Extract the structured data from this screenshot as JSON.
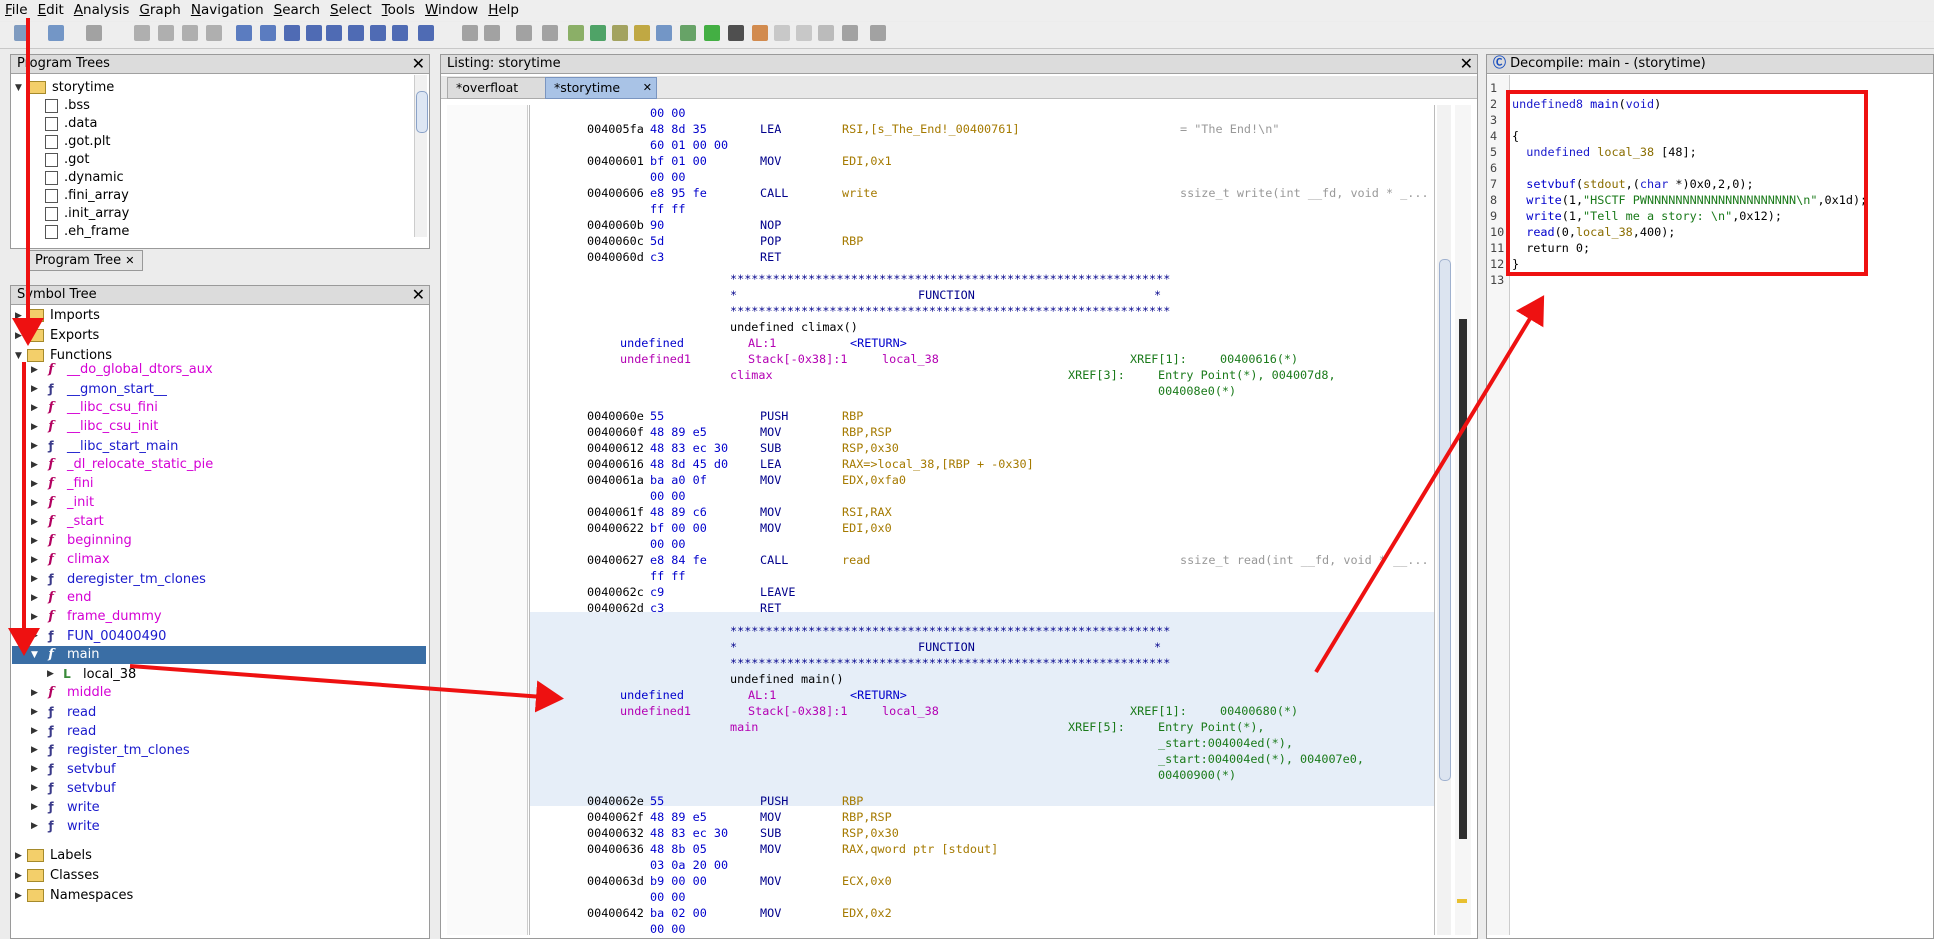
{
  "menu": [
    "File",
    "Edit",
    "Analysis",
    "Graph",
    "Navigation",
    "Search",
    "Select",
    "Tools",
    "Window",
    "Help"
  ],
  "program_trees": {
    "title": "Program Trees",
    "root": "storytime",
    "items": [
      ".bss",
      ".data",
      ".got.plt",
      ".got",
      ".dynamic",
      ".fini_array",
      ".init_array",
      ".eh_frame"
    ],
    "tab": "Program Tree"
  },
  "symbol_tree": {
    "title": "Symbol Tree",
    "top": [
      "Imports",
      "Exports",
      "Functions"
    ],
    "functions": [
      {
        "name": "__do_global_dtors_aux",
        "color": "pink"
      },
      {
        "name": "__gmon_start__",
        "color": "blue"
      },
      {
        "name": "__libc_csu_fini",
        "color": "pink"
      },
      {
        "name": "__libc_csu_init",
        "color": "pink"
      },
      {
        "name": "__libc_start_main",
        "color": "blue"
      },
      {
        "name": "_dl_relocate_static_pie",
        "color": "pink"
      },
      {
        "name": "_fini",
        "color": "pink"
      },
      {
        "name": "_init",
        "color": "pink"
      },
      {
        "name": "_start",
        "color": "pink"
      },
      {
        "name": "beginning",
        "color": "pink"
      },
      {
        "name": "climax",
        "color": "pink"
      },
      {
        "name": "deregister_tm_clones",
        "color": "blue"
      },
      {
        "name": "end",
        "color": "pink"
      },
      {
        "name": "frame_dummy",
        "color": "pink"
      },
      {
        "name": "FUN_00400490",
        "color": "blue"
      },
      {
        "name": "main",
        "color": "selected"
      },
      {
        "name": "local_38",
        "color": "child"
      },
      {
        "name": "middle",
        "color": "pink"
      },
      {
        "name": "read",
        "color": "blue"
      },
      {
        "name": "read",
        "color": "blue"
      },
      {
        "name": "register_tm_clones",
        "color": "blue"
      },
      {
        "name": "setvbuf",
        "color": "blue"
      },
      {
        "name": "setvbuf",
        "color": "blue"
      },
      {
        "name": "write",
        "color": "blue"
      },
      {
        "name": "write",
        "color": "blue"
      }
    ],
    "bottom": [
      "Labels",
      "Classes",
      "Namespaces"
    ]
  },
  "listing": {
    "title": "Listing:  storytime",
    "tabs": [
      "*overfloat",
      "*storytime"
    ],
    "lines": [
      {
        "addr": "",
        "bytes": "00 00",
        "mn": "",
        "op": "",
        "com": ""
      },
      {
        "addr": "004005fa",
        "bytes": "48 8d 35",
        "mn": "LEA",
        "op": "RSI,[s_The_End!_00400761]",
        "com": "= \"The End!\\n\""
      },
      {
        "addr": "",
        "bytes": "60 01 00 00",
        "mn": "",
        "op": "",
        "com": ""
      },
      {
        "addr": "00400601",
        "bytes": "bf 01 00",
        "mn": "MOV",
        "op": "EDI,0x1",
        "com": ""
      },
      {
        "addr": "",
        "bytes": "00 00",
        "mn": "",
        "op": "",
        "com": ""
      },
      {
        "addr": "00400606",
        "bytes": "e8 95 fe",
        "mn": "CALL",
        "op": "write",
        "com": "ssize_t write(int __fd, void * _..."
      },
      {
        "addr": "",
        "bytes": "ff ff",
        "mn": "",
        "op": "",
        "com": ""
      },
      {
        "addr": "0040060b",
        "bytes": "90",
        "mn": "NOP",
        "op": "",
        "com": ""
      },
      {
        "addr": "0040060c",
        "bytes": "5d",
        "mn": "POP",
        "op": "RBP",
        "com": ""
      },
      {
        "addr": "0040060d",
        "bytes": "c3",
        "mn": "RET",
        "op": "",
        "com": ""
      }
    ],
    "stars": "**************************************************************",
    "func_word": "FUNCTION",
    "climax": {
      "sig": "undefined climax()",
      "ret_type": "undefined",
      "ret_loc": "AL:1",
      "ret_name": "<RETURN>",
      "var_type": "undefined1",
      "var_loc": "Stack[-0x38]:1",
      "var_name": "local_38",
      "var_xref": "XREF[1]:",
      "var_xref_addr": "00400616(*)",
      "label": "climax",
      "label_xref": "XREF[3]:",
      "label_xref_vals": [
        "Entry Point(*), 004007d8,",
        "004008e0(*)"
      ]
    },
    "climax_lines": [
      {
        "addr": "0040060e",
        "bytes": "55",
        "mn": "PUSH",
        "op": "RBP",
        "com": ""
      },
      {
        "addr": "0040060f",
        "bytes": "48 89 e5",
        "mn": "MOV",
        "op": "RBP,RSP",
        "com": ""
      },
      {
        "addr": "00400612",
        "bytes": "48 83 ec 30",
        "mn": "SUB",
        "op": "RSP,0x30",
        "com": ""
      },
      {
        "addr": "00400616",
        "bytes": "48 8d 45 d0",
        "mn": "LEA",
        "op": "RAX=>local_38,[RBP + -0x30]",
        "com": ""
      },
      {
        "addr": "0040061a",
        "bytes": "ba a0 0f",
        "mn": "MOV",
        "op": "EDX,0xfa0",
        "com": ""
      },
      {
        "addr": "",
        "bytes": "00 00",
        "mn": "",
        "op": "",
        "com": ""
      },
      {
        "addr": "0040061f",
        "bytes": "48 89 c6",
        "mn": "MOV",
        "op": "RSI,RAX",
        "com": ""
      },
      {
        "addr": "00400622",
        "bytes": "bf 00 00",
        "mn": "MOV",
        "op": "EDI,0x0",
        "com": ""
      },
      {
        "addr": "",
        "bytes": "00 00",
        "mn": "",
        "op": "",
        "com": ""
      },
      {
        "addr": "00400627",
        "bytes": "e8 84 fe",
        "mn": "CALL",
        "op": "read",
        "com": "ssize_t read(int __fd, void * __..."
      },
      {
        "addr": "",
        "bytes": "ff ff",
        "mn": "",
        "op": "",
        "com": ""
      },
      {
        "addr": "0040062c",
        "bytes": "c9",
        "mn": "LEAVE",
        "op": "",
        "com": ""
      },
      {
        "addr": "0040062d",
        "bytes": "c3",
        "mn": "RET",
        "op": "",
        "com": ""
      }
    ],
    "main": {
      "sig": "undefined main()",
      "ret_type": "undefined",
      "ret_loc": "AL:1",
      "ret_name": "<RETURN>",
      "var_type": "undefined1",
      "var_loc": "Stack[-0x38]:1",
      "var_name": "local_38",
      "var_xref": "XREF[1]:",
      "var_xref_addr": "00400680(*)",
      "label": "main",
      "label_xref": "XREF[5]:",
      "label_xref_vals": [
        "Entry Point(*),",
        "_start:004004ed(*),",
        "_start:004004ed(*), 004007e0,",
        "00400900(*)"
      ]
    },
    "main_lines": [
      {
        "addr": "0040062e",
        "bytes": "55",
        "mn": "PUSH",
        "op": "RBP",
        "com": ""
      },
      {
        "addr": "0040062f",
        "bytes": "48 89 e5",
        "mn": "MOV",
        "op": "RBP,RSP",
        "com": ""
      },
      {
        "addr": "00400632",
        "bytes": "48 83 ec 30",
        "mn": "SUB",
        "op": "RSP,0x30",
        "com": ""
      },
      {
        "addr": "00400636",
        "bytes": "48 8b 05",
        "mn": "MOV",
        "op": "RAX,qword ptr [stdout]",
        "com": ""
      },
      {
        "addr": "",
        "bytes": "03 0a 20 00",
        "mn": "",
        "op": "",
        "com": ""
      },
      {
        "addr": "0040063d",
        "bytes": "b9 00 00",
        "mn": "MOV",
        "op": "ECX,0x0",
        "com": ""
      },
      {
        "addr": "",
        "bytes": "00 00",
        "mn": "",
        "op": "",
        "com": ""
      },
      {
        "addr": "00400642",
        "bytes": "ba 02 00",
        "mn": "MOV",
        "op": "EDX,0x2",
        "com": ""
      },
      {
        "addr": "",
        "bytes": "00 00",
        "mn": "",
        "op": "",
        "com": ""
      }
    ]
  },
  "decompile": {
    "title": "Decompile: main - (storytime)",
    "line_numbers": [
      "1",
      "2",
      "3",
      "4",
      "5",
      "6",
      "7",
      "8",
      "9",
      "10",
      "11",
      "12",
      "13"
    ],
    "code": [
      "",
      "undefined8 main(void)",
      "",
      "{",
      "  undefined local_38 [48];",
      "",
      "  setvbuf(stdout,(char *)0x0,2,0);",
      "  write(1,\"HSCTF PWNNNNNNNNNNNNNNNNNNNNN\\n\",0x1d);",
      "  write(1,\"Tell me a story: \\n\",0x12);",
      "  read(0,local_38,400);",
      "  return 0;",
      "}",
      ""
    ]
  },
  "colors": {
    "annotation": "#ee1111",
    "selection": "#3a6ea5",
    "highlight": "#e6eef8",
    "title_bar": "#dcdcdc"
  }
}
